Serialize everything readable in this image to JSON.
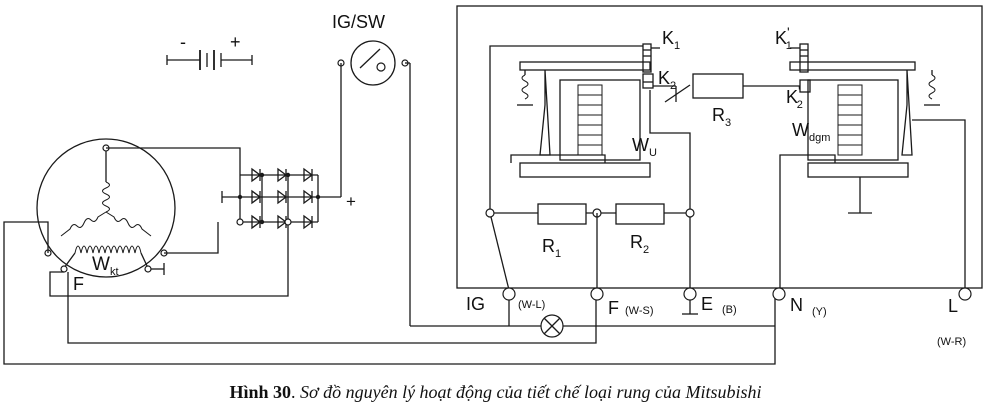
{
  "labels": {
    "ig_sw": "IG/SW",
    "battery_minus": "-",
    "battery_plus": "+",
    "rectifier_plus": "+",
    "k1_base": "K",
    "k1_sub": "1",
    "k2_base": "K",
    "k2_sub": "2",
    "k1p_base": "K",
    "k1p_sub": "1",
    "k1p_prime": "'",
    "k2p_base": "K",
    "k2p_sub": "2",
    "k2p_prime": "'",
    "r3_base": "R",
    "r3_sub": "3",
    "wu_base": "W",
    "wu_sub": "U",
    "wdgm_base": "W",
    "wdgm_sub": "dgm",
    "r1_base": "R",
    "r1_sub": "1",
    "r2_base": "R",
    "r2_sub": "2",
    "wkt_base": "W",
    "wkt_sub": "kt",
    "f_alt": "F",
    "terminal_ig": "IG",
    "terminal_ig_wire": "(W-L)",
    "terminal_f": "F",
    "terminal_f_wire": "(W-S)",
    "terminal_e": "E",
    "terminal_e_wire": "(B)",
    "terminal_n": "N",
    "terminal_n_wire": "(Y)",
    "terminal_l": "L",
    "terminal_l_wire": "(W-R)"
  },
  "caption": {
    "prefix": "Hình 30",
    "separator": ". ",
    "text": "Sơ đồ nguyên lý hoạt động của tiết chế loại rung của Mitsubishi"
  }
}
